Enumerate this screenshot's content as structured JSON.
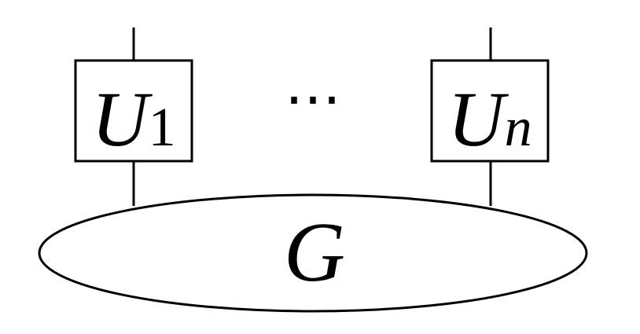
{
  "diagram": {
    "boxes": [
      {
        "main": "U",
        "sub": "1"
      },
      {
        "main": "U",
        "sub": "n"
      }
    ],
    "ellipsis": "⋯",
    "blob_label": "G"
  }
}
